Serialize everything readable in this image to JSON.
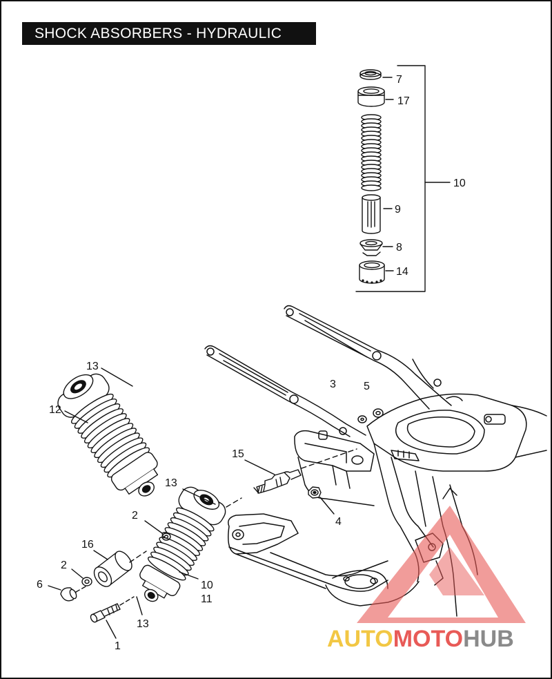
{
  "title": "SHOCK ABSORBERS - HYDRAULIC",
  "callouts": {
    "c7": "7",
    "c17": "17",
    "c10_kit": "10",
    "c9": "9",
    "c8": "8",
    "c14": "14",
    "c13_top": "13",
    "c12": "12",
    "c3": "3",
    "c5": "5",
    "c15": "15",
    "c4": "4",
    "c13_mid": "13",
    "c2_upper": "2",
    "c16": "16",
    "c2_lower": "2",
    "c6": "6",
    "c10_low": "10",
    "c11": "11",
    "c13_low": "13",
    "c1": "1"
  },
  "watermark": {
    "part1": "AUTO",
    "part2": "MOTO",
    "part3": "HUB"
  },
  "colors": {
    "wm_yellow": "#f2c744",
    "wm_red": "#e85a57",
    "wm_gray": "#8a8a8a",
    "ink": "#111111"
  }
}
